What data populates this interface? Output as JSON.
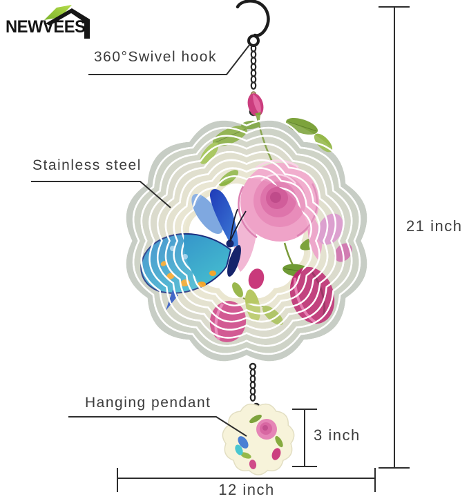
{
  "brand": {
    "name": "NEWVEES",
    "icon": "house-leaf-icon",
    "green": "#8cc63f"
  },
  "callouts": {
    "swivel_hook": "360°Swivel hook",
    "stainless_steel": "Stainless steel",
    "hanging_pendant": "Hanging pendant"
  },
  "dimensions": {
    "overall_height": "21 inch",
    "pendant_height": "3 inch",
    "width": "12 inch"
  },
  "colors": {
    "annotation_text": "#3c3c3c",
    "annotation_line": "#2d2d2d",
    "chain_metal": "#252525",
    "spinner_metal_sage": "#cfd2c3",
    "spinner_metal_cream": "#eae6d0",
    "rose_pink": "#efa3c8",
    "rose_core": "#bf4b8a",
    "bud_magenta": "#c93a7b",
    "leaf_green": "#86ab3f",
    "butterfly_blue": "#2f4fc0",
    "butterfly_teal": "#49c6d0",
    "butterfly_spot_orange": "#f2a52b",
    "pendant_cream": "#f7f3da"
  }
}
